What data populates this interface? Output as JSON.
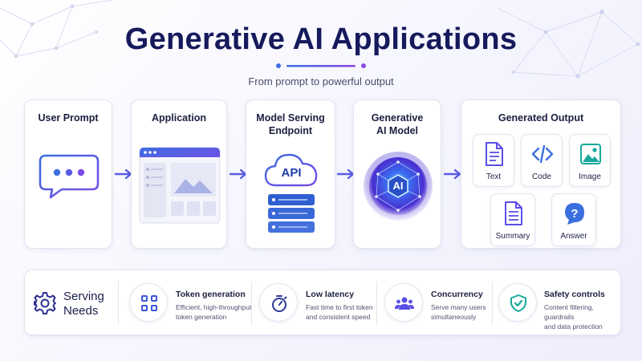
{
  "header": {
    "title": "Generative AI Applications",
    "subtitle": "From prompt to powerful output"
  },
  "pipeline": {
    "user_prompt": {
      "label": "User Prompt"
    },
    "application": {
      "label": "Application"
    },
    "model_serving": {
      "label_line1": "Model Serving",
      "label_line2": "Endpoint",
      "api_text": "API"
    },
    "model": {
      "label_line1": "Generative",
      "label_line2": "AI Model",
      "badge_text": "AI"
    },
    "output": {
      "label": "Generated Output",
      "items": [
        {
          "label": "Text",
          "icon": "document-icon"
        },
        {
          "label": "Code",
          "icon": "code-icon"
        },
        {
          "label": "Image",
          "icon": "image-icon"
        },
        {
          "label": "Summary",
          "icon": "summary-document-icon"
        },
        {
          "label": "Answer",
          "icon": "question-icon"
        }
      ]
    }
  },
  "serving_needs": {
    "title_line1": "Serving",
    "title_line2": "Needs",
    "items": [
      {
        "title": "Token generation",
        "description": "Efficient, high-throughput\ntoken generation",
        "icon": "tokens-icon"
      },
      {
        "title": "Low latency",
        "description": "Fast time to first token\nand consistent speed",
        "icon": "stopwatch-icon"
      },
      {
        "title": "Concurrency",
        "description": "Serve many users\nsimultaneously",
        "icon": "users-icon"
      },
      {
        "title": "Safety controls",
        "description": "Content filtering, guardrails\nand data protection",
        "icon": "shield-check-icon"
      }
    ]
  },
  "colors": {
    "accent_purple": "#6a4ee8",
    "accent_blue": "#3b6fe0",
    "title_navy": "#161a5c"
  }
}
